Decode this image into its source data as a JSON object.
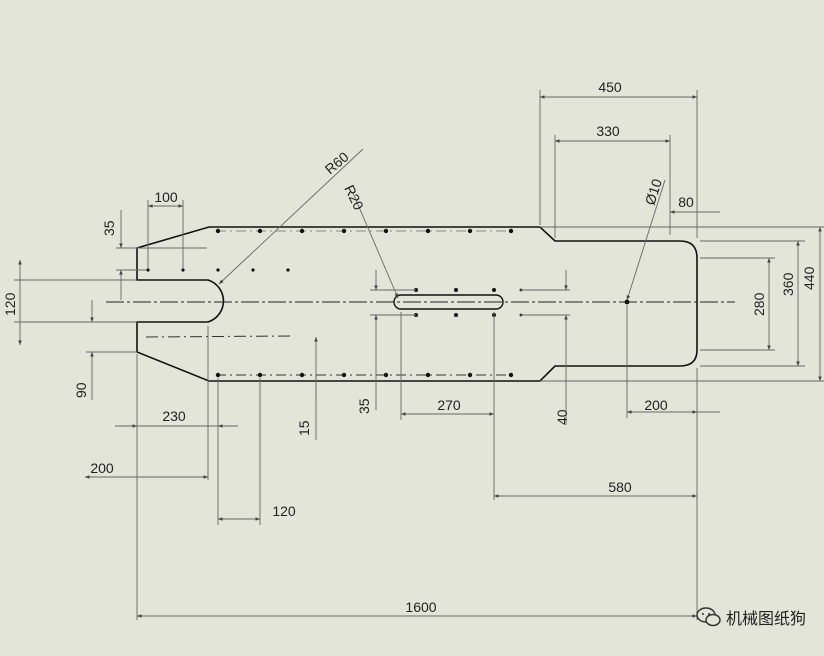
{
  "dimensions": {
    "d450": "450",
    "d330": "330",
    "d80": "80",
    "dia10": "Ø10",
    "r60": "R60",
    "r20": "R20",
    "d100": "100",
    "d35_left": "35",
    "d120_left": "120",
    "d90": "90",
    "d230": "230",
    "d200_left": "200",
    "d120_bottom": "120",
    "d15": "15",
    "d35_mid": "35",
    "d270": "270",
    "d40": "40",
    "d200_right": "200",
    "d580": "580",
    "d1600": "1600",
    "d280": "280",
    "d360": "360",
    "d440": "440"
  },
  "watermark": {
    "text": "机械图纸狗",
    "icon": "wechat-bubble-icon"
  },
  "colors": {
    "background": "#e3e5d8",
    "outline": "#111111",
    "dimension_line": "#666666"
  }
}
